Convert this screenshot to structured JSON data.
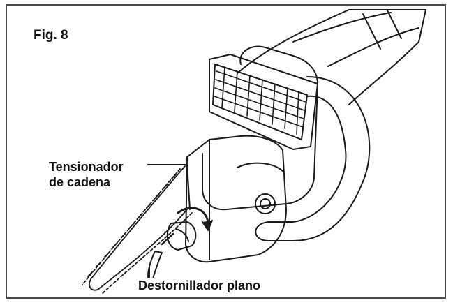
{
  "figure": {
    "label": "Fig. 8"
  },
  "callouts": {
    "chain_tensioner": [
      "Tensionador",
      "de cadena"
    ],
    "flat_screwdriver": "Destornillador plano"
  },
  "colors": {
    "ink": "#1a1a1a",
    "border": "#4a4a4a",
    "background": "#ffffff"
  }
}
